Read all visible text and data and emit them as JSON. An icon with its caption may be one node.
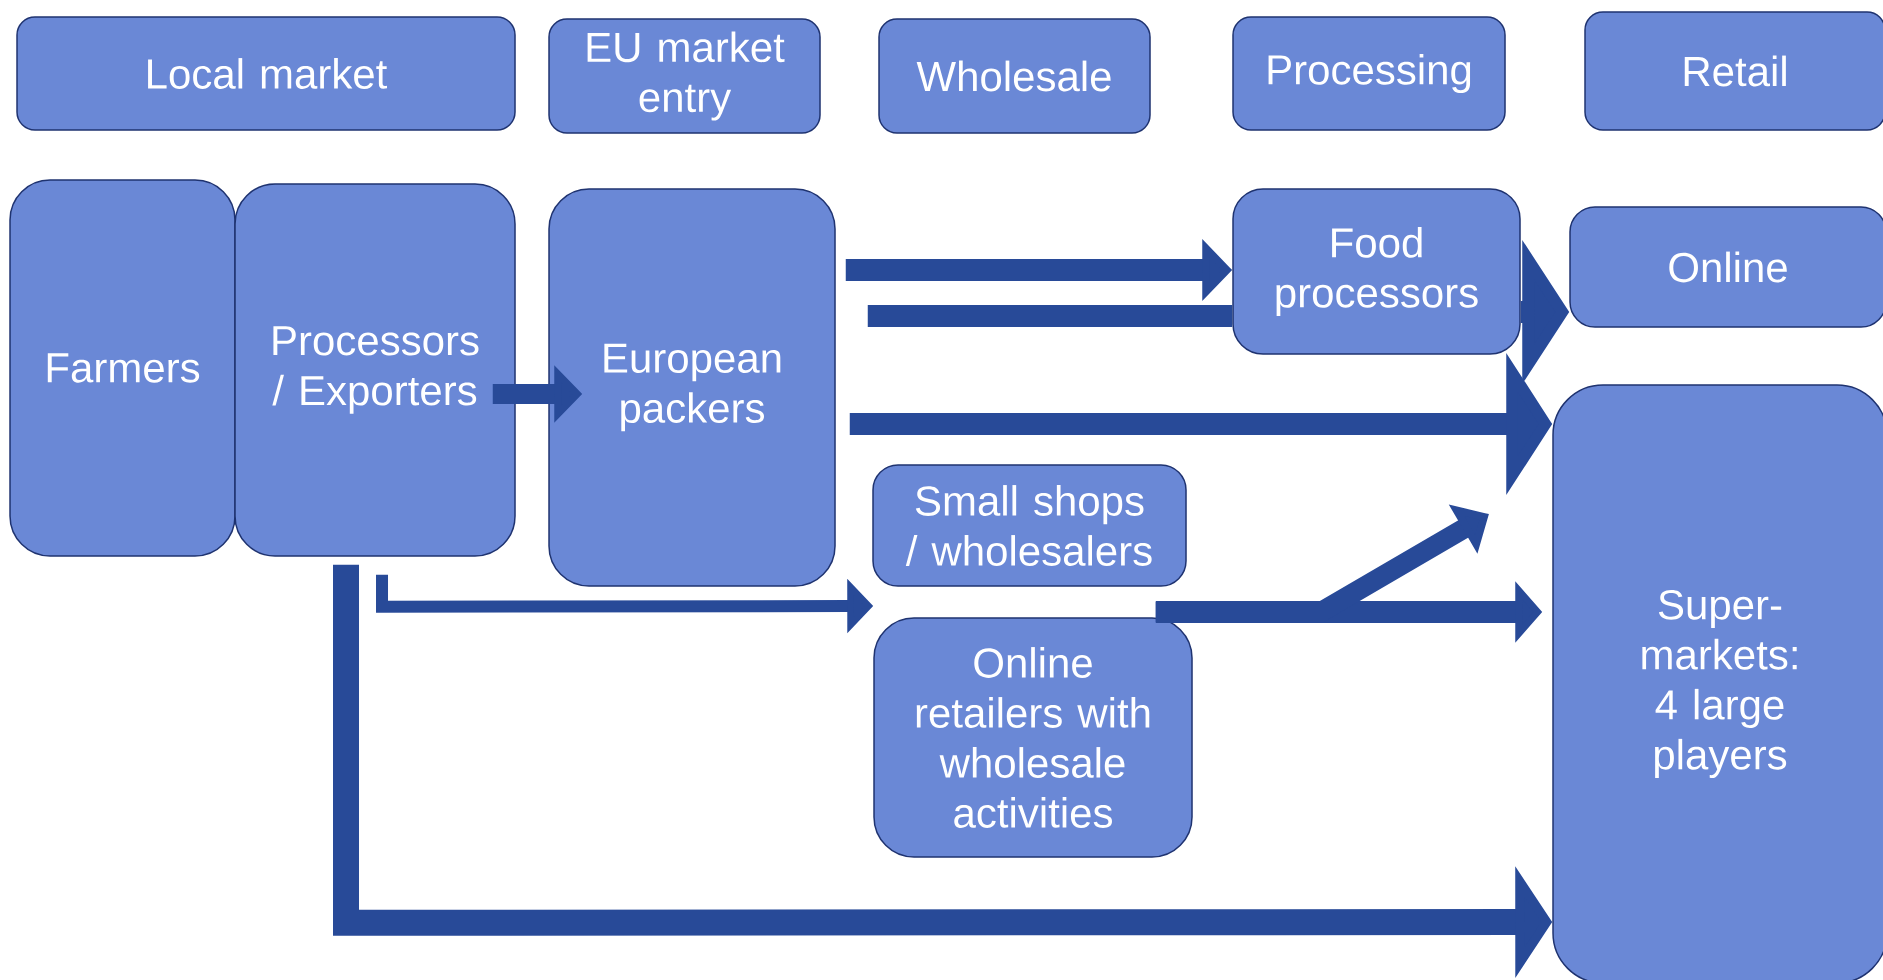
{
  "diagram": {
    "nodes": [
      {
        "text": [
          "Local market"
        ]
      },
      {
        "text": [
          "EU market entry"
        ]
      },
      {
        "text": [
          "Wholesale"
        ]
      },
      {
        "text": [
          "Processing"
        ]
      },
      {
        "text": [
          "Retail"
        ]
      },
      {
        "text": [
          "Farmers"
        ]
      },
      {
        "text": [
          "Processors / Exporters"
        ]
      },
      {
        "text": [
          "European packers"
        ]
      },
      {
        "text": [
          "Food processors"
        ]
      },
      {
        "text": [
          "Online"
        ]
      },
      {
        "text": [
          "Small shops / wholesalers"
        ]
      },
      {
        "text": [
          "Online retailers with wholesale activities"
        ]
      },
      {
        "text": [
          "Super- markets: 4 large players"
        ]
      }
    ],
    "edges": [
      {
        "from": 6,
        "to": 7,
        "arrow": "to"
      },
      {
        "from": 7,
        "to": 8,
        "arrow": "to"
      },
      {
        "from": 7,
        "to": 8,
        "arrow": "none"
      },
      {
        "from": 8,
        "to": 9,
        "arrow": "to"
      },
      {
        "from": 7,
        "to": 12,
        "arrow": "to"
      },
      {
        "from": 6,
        "to": 11,
        "arrow": "to"
      },
      {
        "from": 11,
        "to": 12,
        "arrow": "to"
      },
      {
        "from": 11,
        "to": null,
        "arrow": "to"
      },
      {
        "from": 6,
        "to": 12,
        "arrow": "to"
      }
    ]
  }
}
